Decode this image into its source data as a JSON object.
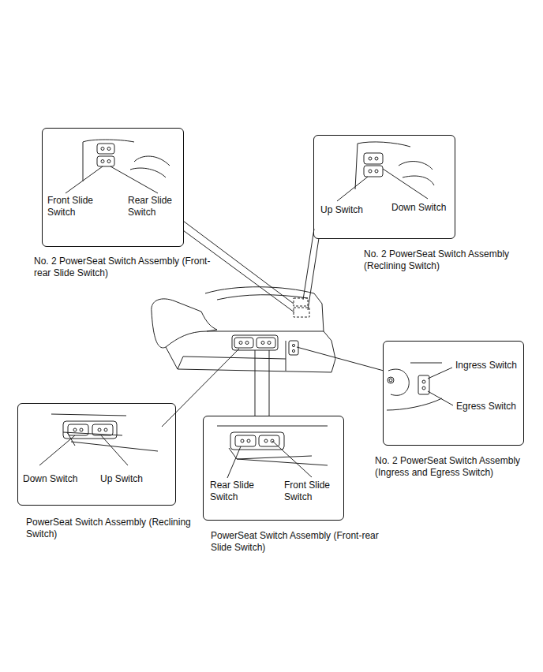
{
  "diagram": {
    "nodes": [
      {
        "text": [
          "Front Slide Switch",
          "Rear Slide Switch",
          "No. 2 PowerSeat Switch Assembly (Front-rear Slide Switch)"
        ]
      },
      {
        "text": [
          "Up Switch",
          "Down Switch",
          "No. 2 PowerSeat Switch Assembly (Reclining Switch)"
        ]
      },
      {
        "text": [
          "Ingress Switch",
          "Egress Switch",
          "No. 2 PowerSeat Switch Assembly (Ingress and Egress Switch)"
        ]
      },
      {
        "text": [
          "Down Switch",
          "Up Switch",
          "PowerSeat Switch Assembly (Reclining Switch)"
        ]
      },
      {
        "text": [
          "Rear Slide Switch",
          "Front Slide Switch",
          "PowerSeat Switch Assembly (Front-rear Slide Switch)"
        ]
      }
    ]
  }
}
